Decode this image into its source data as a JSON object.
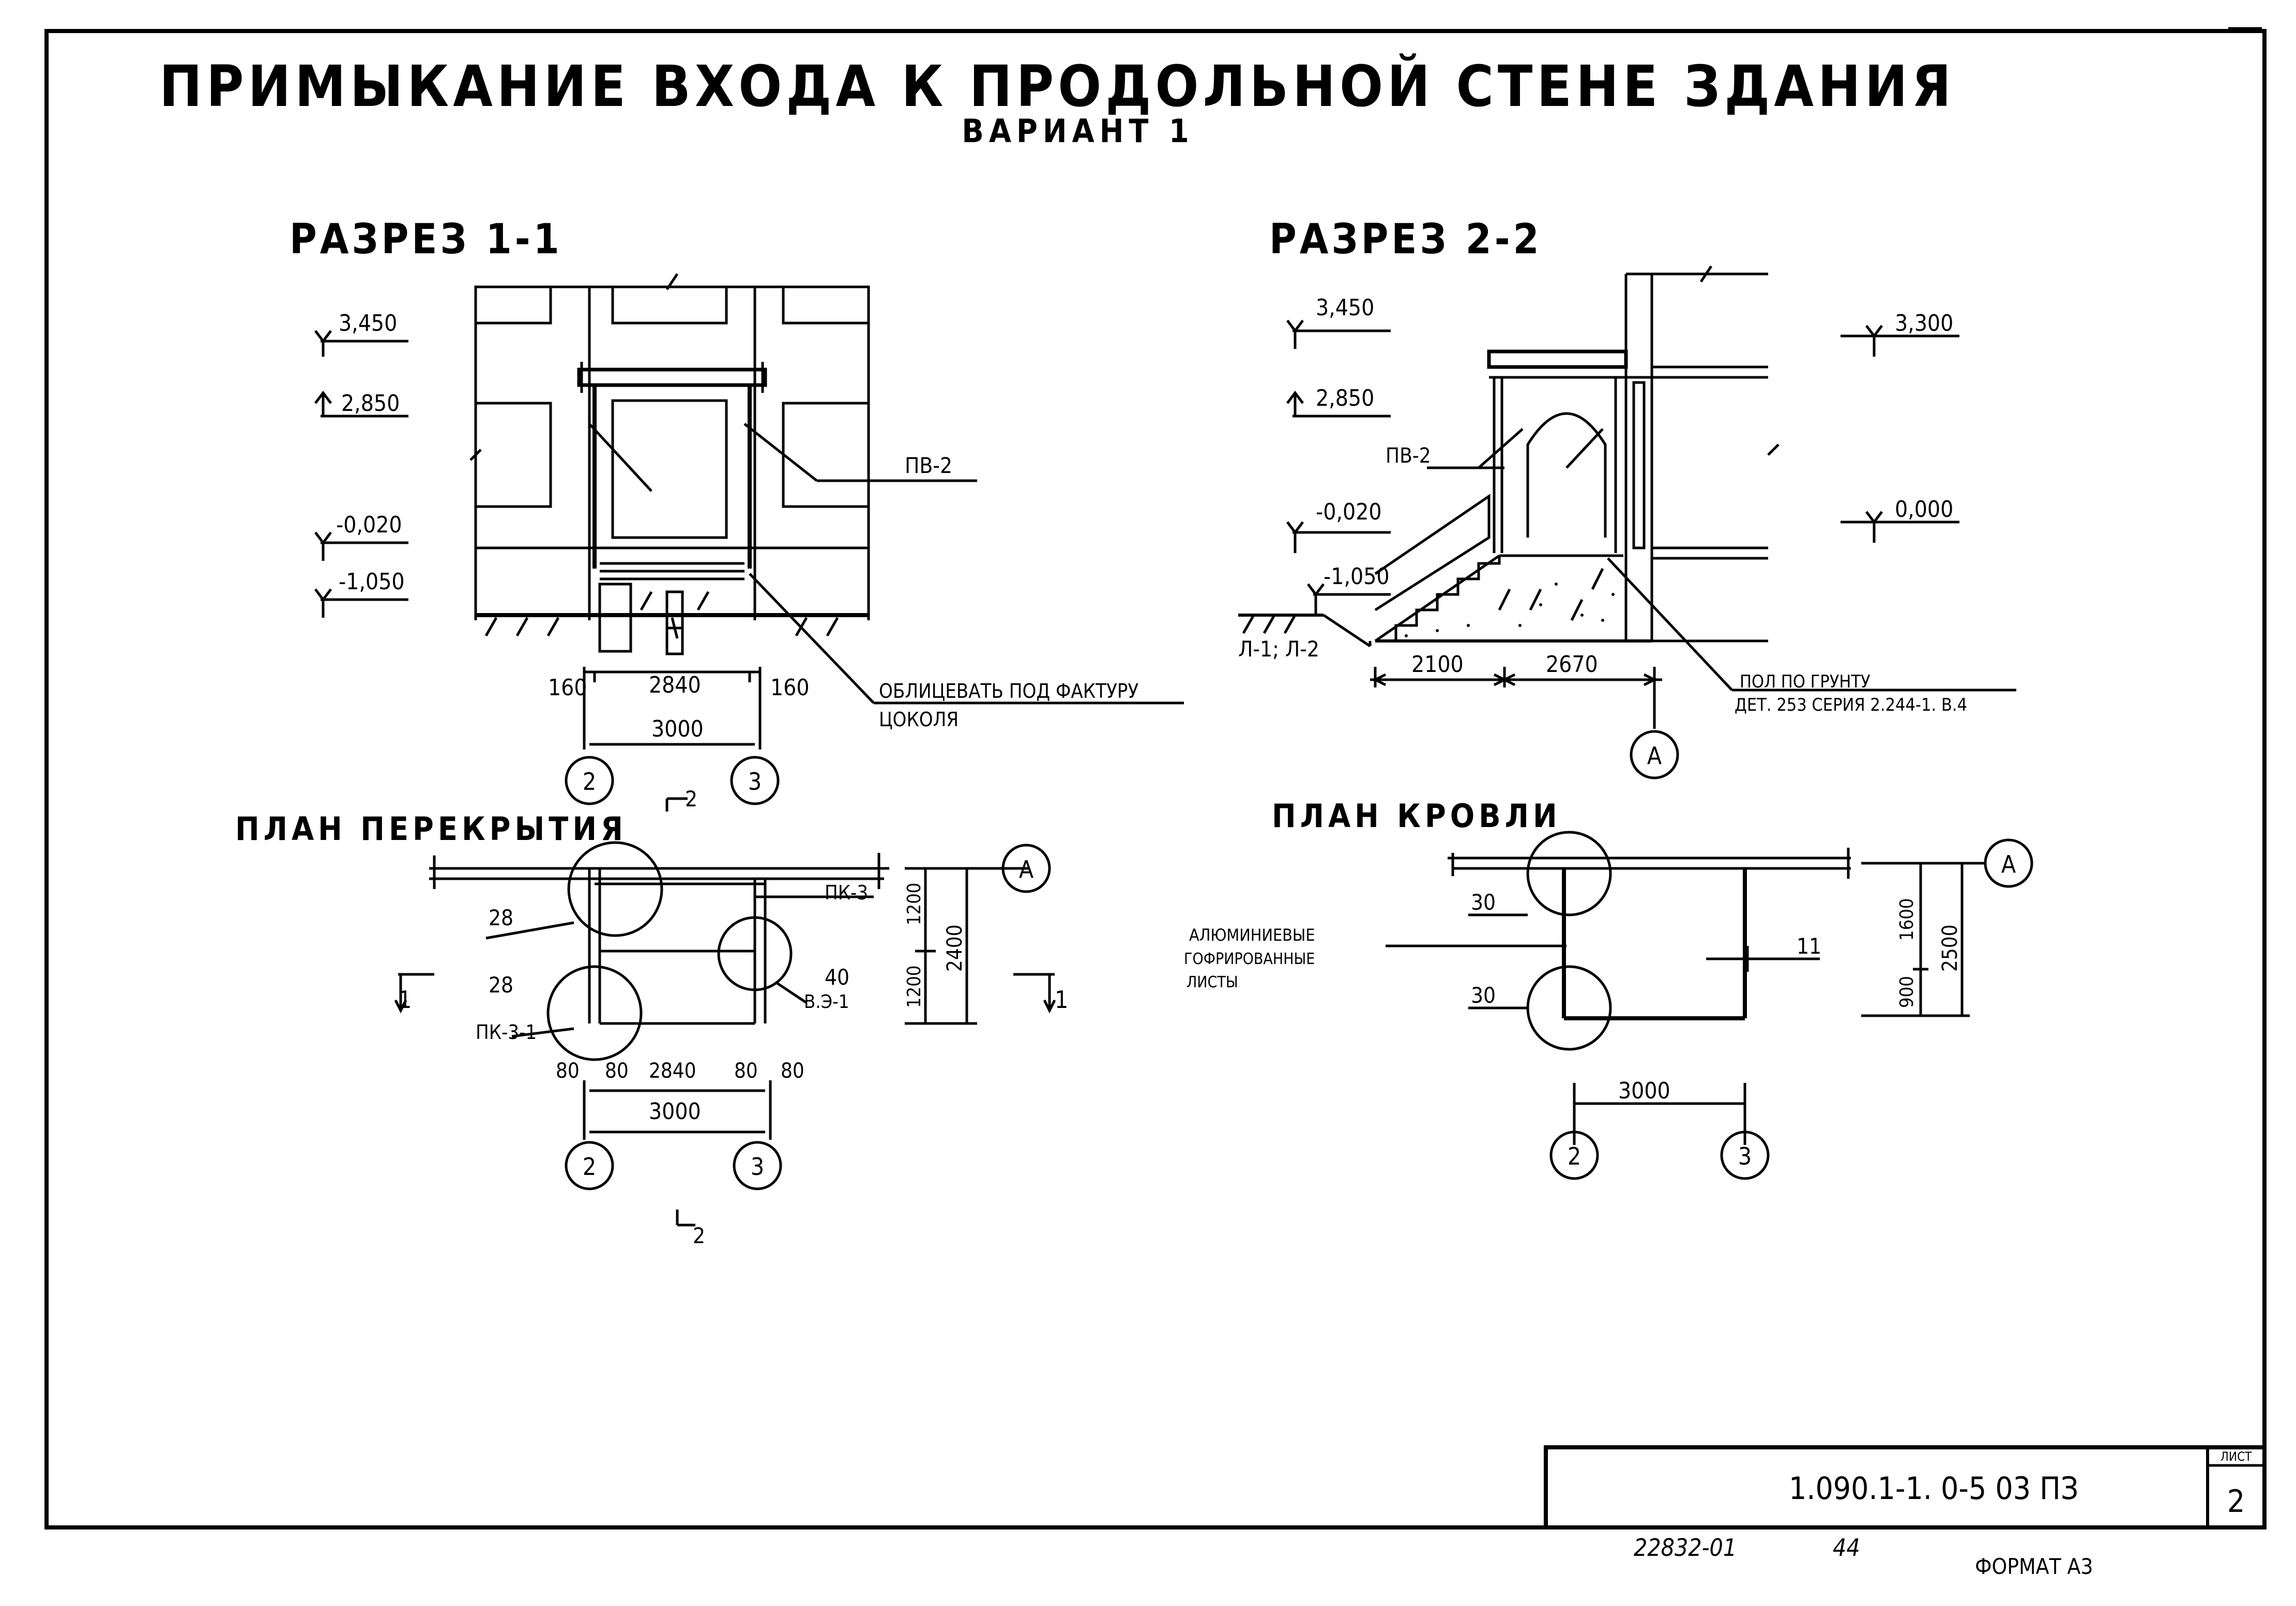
{
  "title": "ПРИМЫКАНИЕ ВХОДА К ПРОДОЛЬНОЙ СТЕНЕ ЗДАНИЯ",
  "subtitle": "ВАРИАНТ 1",
  "section11": {
    "heading": "РАЗРЕЗ 1-1",
    "levels": [
      "3,450",
      "2,850",
      "-0,020",
      "-1,050"
    ],
    "label_pv": "ПВ-2",
    "dims": [
      "160",
      "2840",
      "160",
      "3000"
    ],
    "note_line1": "ОБЛИЦЕВАТЬ ПОД ФАКТУРУ",
    "note_line2": "ЦОКОЛЯ",
    "axes": [
      "2",
      "3"
    ]
  },
  "section22": {
    "heading": "РАЗРЕЗ 2-2",
    "levels_left": [
      "3,450",
      "2,850",
      "-0,020",
      "-1,050"
    ],
    "levels_right": [
      "3,300",
      "0,000"
    ],
    "label_pv": "ПВ-2",
    "label_section": "Л-1; Л-2",
    "dims": [
      "2100",
      "2670"
    ],
    "note_line1": "ПОЛ ПО ГРУНТУ",
    "note_line2": "ДЕТ. 253 СЕРИЯ 2.244-1. В.4",
    "axis": "А"
  },
  "plan_floor": {
    "heading": "ПЛАН ПЕРЕКРЫТИЯ",
    "labels": [
      "28",
      "28",
      "40",
      "В.Э-1",
      "ПК-3",
      "ПК-3-1"
    ],
    "dims_v": [
      "1200",
      "1200",
      "2400"
    ],
    "dims_h": [
      "80",
      "80",
      "2840",
      "80",
      "80",
      "3000"
    ],
    "axes": [
      "2",
      "3"
    ],
    "axis_a": "А",
    "cut1": "1",
    "cut2": "2"
  },
  "plan_roof": {
    "heading": "ПЛАН КРОВЛИ",
    "labels": [
      "30",
      "30",
      "11"
    ],
    "note": [
      "АЛЮМИНИЕВЫЕ",
      "ГОФРИРОВАННЫЕ",
      "ЛИСТЫ"
    ],
    "dims_v": [
      "1600",
      "900",
      "2500"
    ],
    "dims_h": [
      "3000"
    ],
    "axes": [
      "2",
      "3"
    ],
    "axis_a": "А"
  },
  "stamp": {
    "code": "1.090.1-1. 0-5   03 ПЗ",
    "sheet_label": "ЛИСТ",
    "sheet_no": "2"
  },
  "footer": {
    "inv": "22832-01",
    "num": "44",
    "format": "ФОРМАТ А3"
  }
}
